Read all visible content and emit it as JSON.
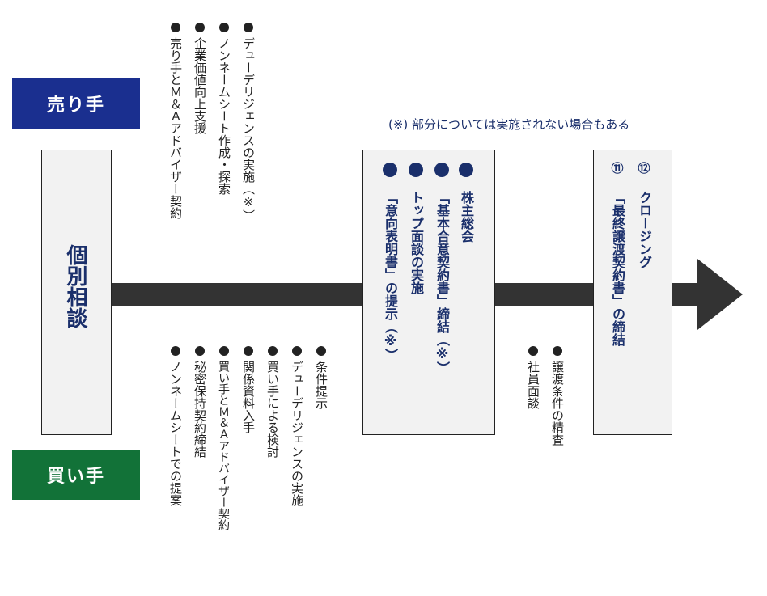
{
  "colors": {
    "seller": "#1a2f8f",
    "buyer": "#127238",
    "navy_text": "#1a2f6b",
    "arrow": "#333333"
  },
  "labels": {
    "seller": "売り手",
    "buyer": "買い手",
    "individual_consultation": "個別相談",
    "note": "(※) 部分については実施されない場合もある"
  },
  "seller_items": [
    "売り手とＭ＆Ａアドバイザー契約",
    "企業価値向上支援",
    "ノンネームシート作成・探索",
    "デューデリジェンスの実施（※）"
  ],
  "buyer_items": [
    "ノンネームシートでの提案",
    "秘密保持契約締結",
    "買い手とＭ＆Ａアドバイザー契約",
    "関係資料入手",
    "買い手による検討",
    "デューデリジェンスの実施",
    "条件提示"
  ],
  "mid_box_items": [
    "株主総会",
    "「基本合意契約書」締結（※）",
    "トップ面談の実施",
    "「意向表明書」の提示（※）"
  ],
  "between_items": [
    "譲渡条件の精査",
    "社員面談"
  ],
  "final_box": {
    "num_11": "⑪",
    "num_12": "⑫",
    "item_closing": "クロージング",
    "item_contract": "「最終譲渡契約書」の締結"
  }
}
